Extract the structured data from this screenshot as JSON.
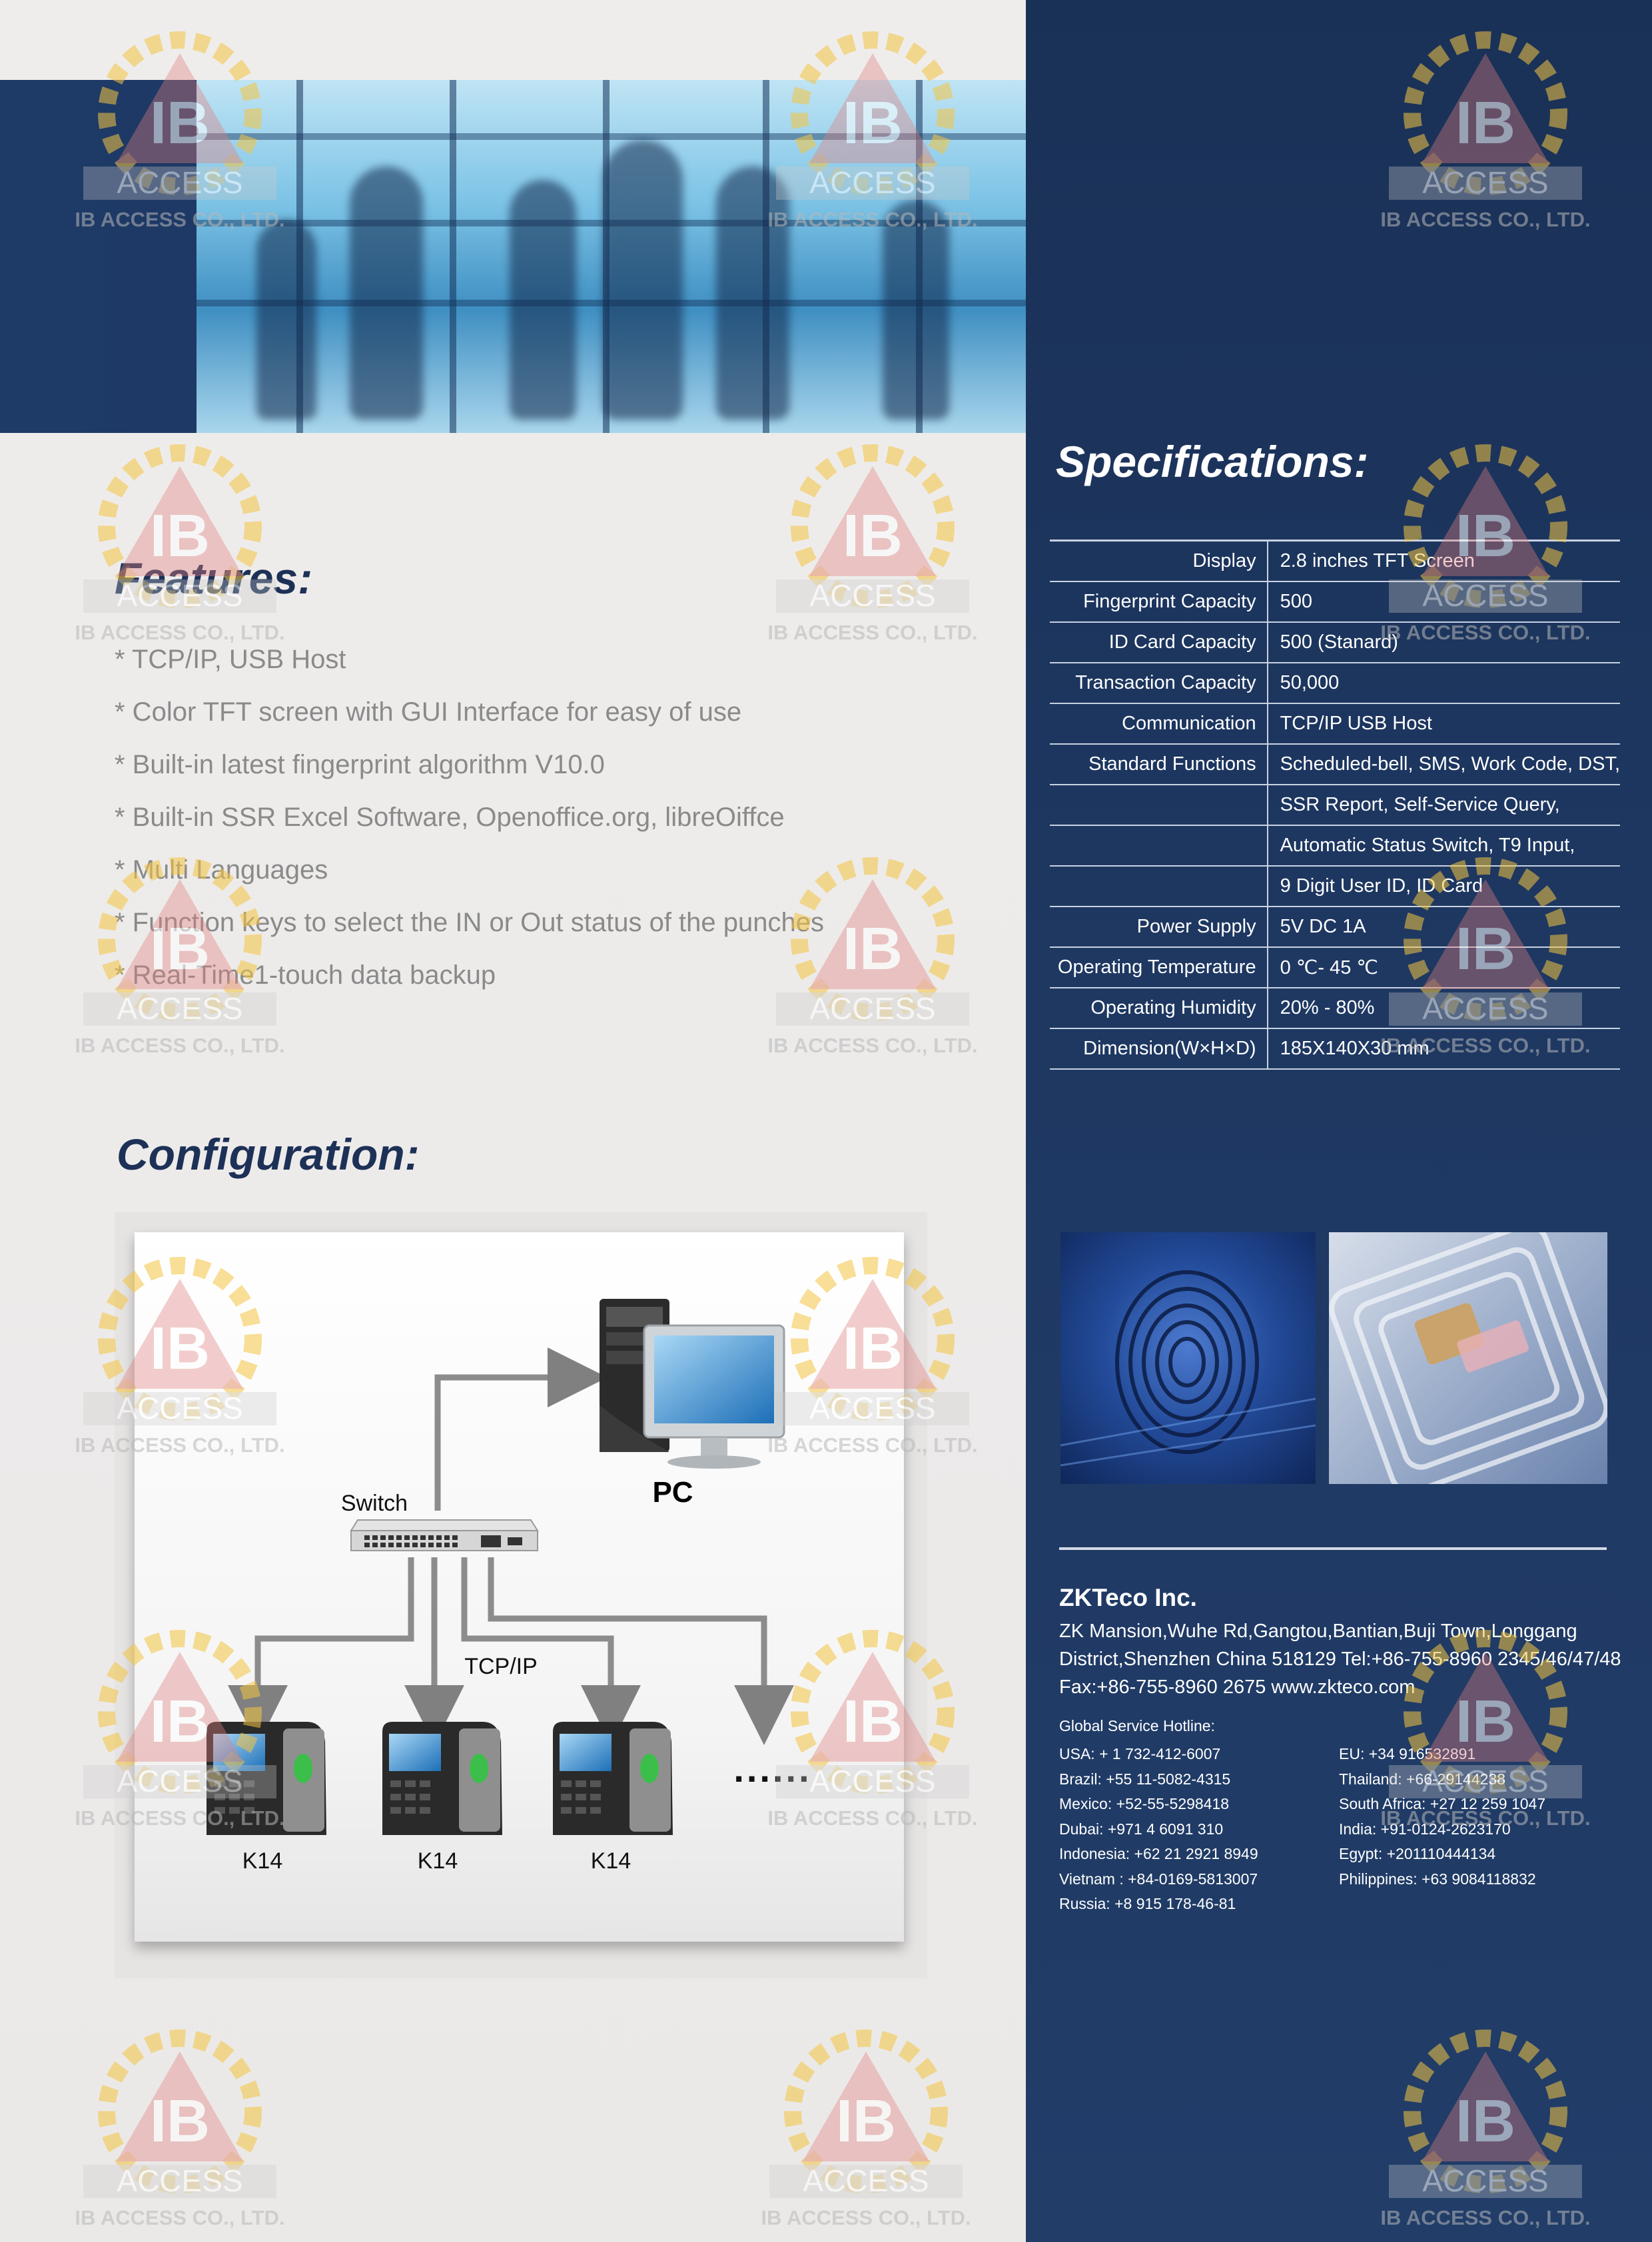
{
  "features": {
    "title": "Features:",
    "items": [
      "* TCP/IP, USB Host",
      "* Color TFT screen with GUI Interface for easy of use",
      "* Built-in latest fingerprint algorithm V10.0",
      "* Built-in SSR Excel Software, Openoffice.org, libreOiffce",
      "* Multi Languages",
      "* Function keys to select the IN or Out status of the punches",
      "* Real-Time1-touch data backup"
    ]
  },
  "configuration": {
    "title": "Configuration:",
    "pc_label": "PC",
    "switch_label": "Switch",
    "network_label": "TCP/IP",
    "device_labels": [
      "K14",
      "K14",
      "K14"
    ],
    "more_indicator": "......"
  },
  "specifications": {
    "title": "Specifications:",
    "rows": [
      {
        "key": "Display",
        "value": "2.8 inches TFT Screen"
      },
      {
        "key": "Fingerprint Capacity",
        "value": "500"
      },
      {
        "key": "ID Card Capacity",
        "value": "500 (Stanard)"
      },
      {
        "key": "Transaction Capacity",
        "value": "50,000"
      },
      {
        "key": "Communication",
        "value": "TCP/IP USB Host"
      },
      {
        "key": "Standard Functions",
        "value": "Scheduled-bell, SMS, Work Code, DST,"
      },
      {
        "key": "",
        "value": "SSR Report, Self-Service Query,"
      },
      {
        "key": "",
        "value": "Automatic Status Switch, T9 Input,"
      },
      {
        "key": "",
        "value": "9 Digit User ID, ID Card"
      },
      {
        "key": "Power Supply",
        "value": "5V DC 1A"
      },
      {
        "key": "Operating Temperature",
        "value": "0 ℃- 45 ℃"
      },
      {
        "key": "Operating Humidity",
        "value": "20% - 80%"
      },
      {
        "key": "Dimension(W×H×D)",
        "value": "185X140X30 mm"
      }
    ]
  },
  "company": {
    "name": "ZKTeco Inc.",
    "address_lines": [
      "ZK Mansion,Wuhe Rd,Gangtou,Bantian,Buji Town,Longgang",
      "District,Shenzhen China 518129  Tel:+86-755-8960 2345/46/47/48",
      "Fax:+86-755-8960 2675  www.zkteco.com"
    ],
    "hotline_title": "Global Service Hotline:",
    "hotlines_left": [
      "USA: + 1 732-412-6007",
      "Brazil: +55 11-5082-4315",
      "Mexico: +52-55-5298418",
      "Dubai: +971 4 6091 310",
      "Indonesia: +62 21 2921 8949",
      "Vietnam : +84-0169-5813007",
      "Russia: +8 915 178-46-81"
    ],
    "hotlines_right": [
      "EU: +34 916532891",
      "Thailand: +66-29144238",
      "South Africa: +27 12 259 1047",
      "India: +91-0124-2623170",
      "Egypt: +201110444134",
      "Philippines: +63 9084118832"
    ]
  },
  "watermark": {
    "logo_text": "IB",
    "brand": "ACCESS",
    "company": "IB ACCESS CO., LTD."
  },
  "colors": {
    "navy": "#1d3157",
    "panel_navy": "#1e3862",
    "feature_text": "#8a8a8a",
    "watermark_gear": "#f4c542",
    "watermark_triangle": "#e07d7d"
  }
}
